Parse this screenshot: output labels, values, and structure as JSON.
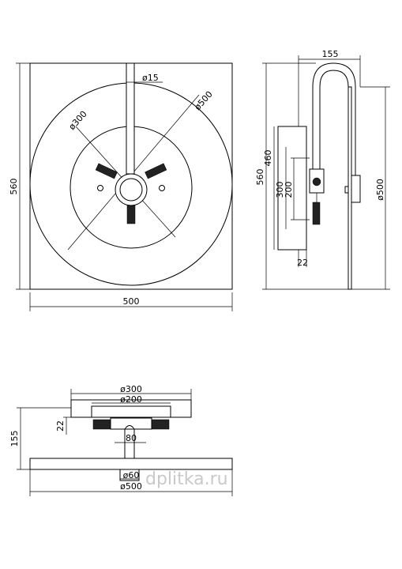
{
  "front_view": {
    "width_label": "500",
    "height_label": "560",
    "pipe_label": "ø15",
    "outer_circle_label": "ø500",
    "inner_circle_label": "ø300"
  },
  "side_view": {
    "depth_label": "155",
    "height_label": "560",
    "mount_height_label": "460",
    "mount_300_label": "300",
    "mount_200_label": "200",
    "offset_label": "22",
    "head_label": "ø500"
  },
  "bottom_view": {
    "plate_label": "ø300",
    "inner_label": "ø200",
    "thickness_label": "22",
    "depth_label": "155",
    "spacing_label": "80",
    "pipe_label": "ø60",
    "head_label": "ø500"
  },
  "watermark": "dplitka.ru"
}
